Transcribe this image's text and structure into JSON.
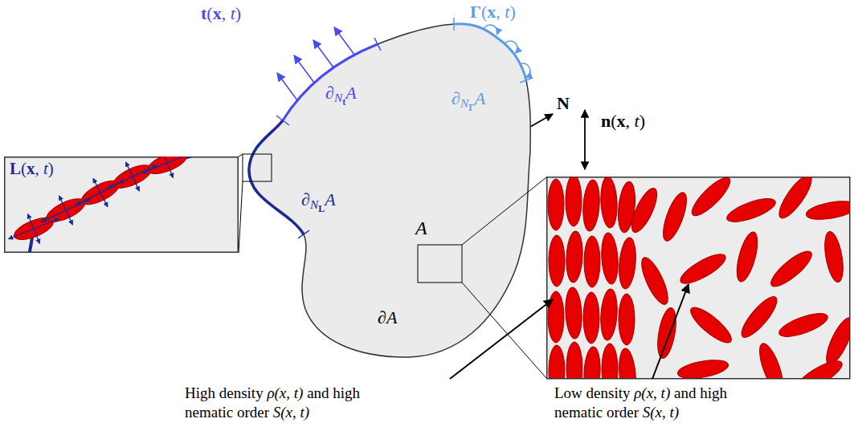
{
  "diagram": {
    "nodes": [
      {
        "text": [
          "A",
          "∂A"
        ]
      },
      {
        "text": [
          "L(x, t)"
        ]
      }
    ],
    "labels": [
      "t(x, t)",
      "Γ(x, t)",
      "∂NtA",
      "∂NΓA",
      "∂NLA",
      "N",
      "n(x, t)",
      "High density ρ(x, t) and high nematic order S(x, t)",
      "Low density ρ(x, t) and high nematic order S(x, t)"
    ]
  }
}
